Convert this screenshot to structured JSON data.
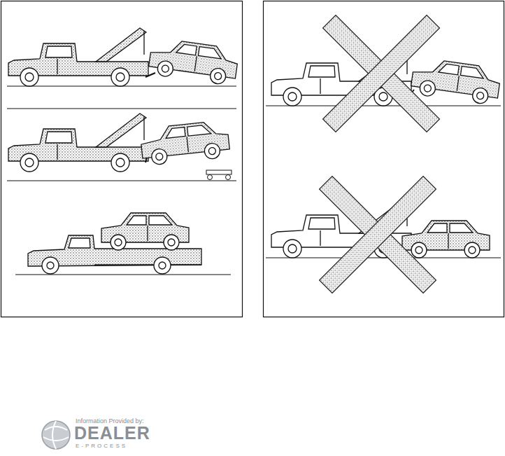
{
  "diagram": {
    "labels": [
      "Information Provided by:",
      "DEALER",
      "E-PROCESS"
    ]
  }
}
